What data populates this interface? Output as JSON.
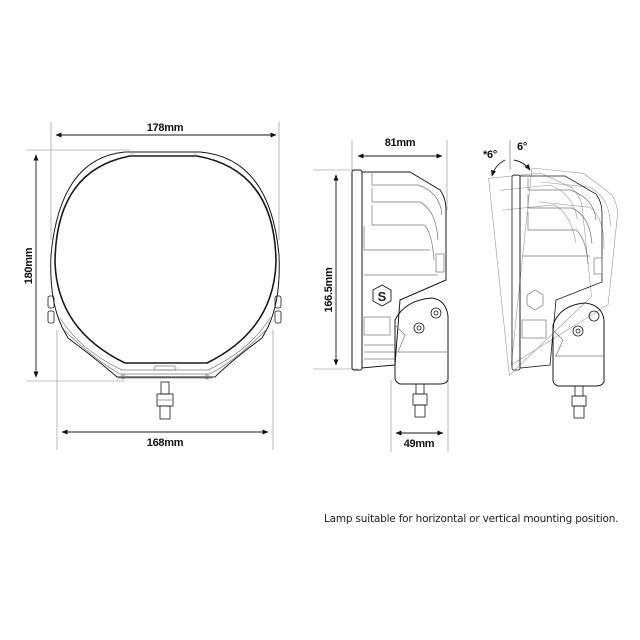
{
  "front_view": {
    "width_top_label": "178mm",
    "height_label": "180mm",
    "width_bottom_label": "168mm"
  },
  "side_view": {
    "depth_label": "81mm",
    "height_label": "166.5mm",
    "bracket_width_label": "49mm",
    "logo": "S"
  },
  "tilt_view": {
    "tilt_back_label": "*6°",
    "tilt_forward_label": "6°"
  },
  "caption": "Lamp suitable for horizontal or vertical mounting position.",
  "colors": {
    "line": "#1a1a1a",
    "extension_line": "#888888",
    "background": "#ffffff"
  }
}
